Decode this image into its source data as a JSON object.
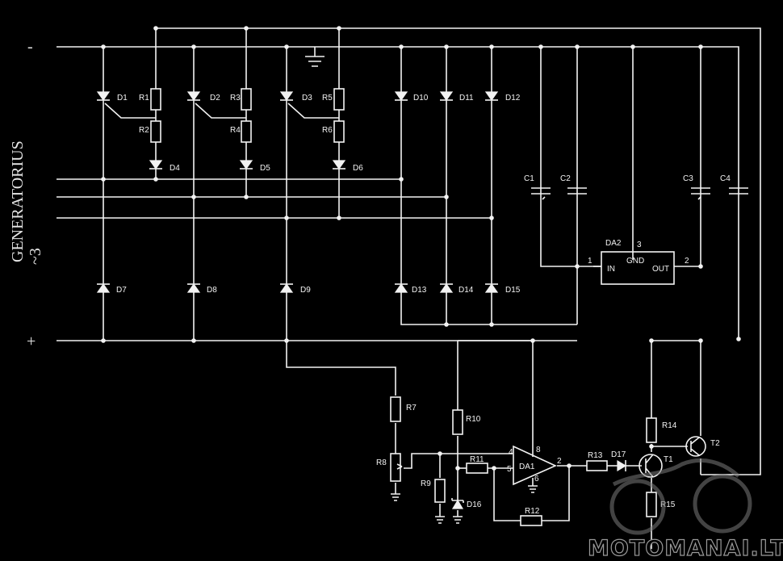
{
  "side_title": "GENERATORIUS",
  "side_phase": "~3",
  "terminal_minus": "-",
  "terminal_plus": "+",
  "diodes": [
    "D1",
    "D2",
    "D3",
    "D4",
    "D5",
    "D6",
    "D7",
    "D8",
    "D9",
    "D10",
    "D11",
    "D12",
    "D13",
    "D14",
    "D15",
    "D16",
    "D17"
  ],
  "resistors": [
    "R1",
    "R2",
    "R3",
    "R4",
    "R5",
    "R6",
    "R7",
    "R8",
    "R9",
    "R10",
    "R11",
    "R12",
    "R13",
    "R14",
    "R15"
  ],
  "capacitors": [
    "C1",
    "C2",
    "C3",
    "C4"
  ],
  "regulator": {
    "name": "DA2",
    "in": "IN",
    "gnd": "GND",
    "out": "OUT",
    "pin1": "1",
    "pin2": "2",
    "pin3": "3"
  },
  "opamp": {
    "name": "DA1",
    "pin2": "2",
    "pin4": "4",
    "pin5": "5",
    "pin6": "6",
    "pin8": "8"
  },
  "transistors": [
    "T1",
    "T2"
  ],
  "watermark": "MOTOMANAI.LT"
}
